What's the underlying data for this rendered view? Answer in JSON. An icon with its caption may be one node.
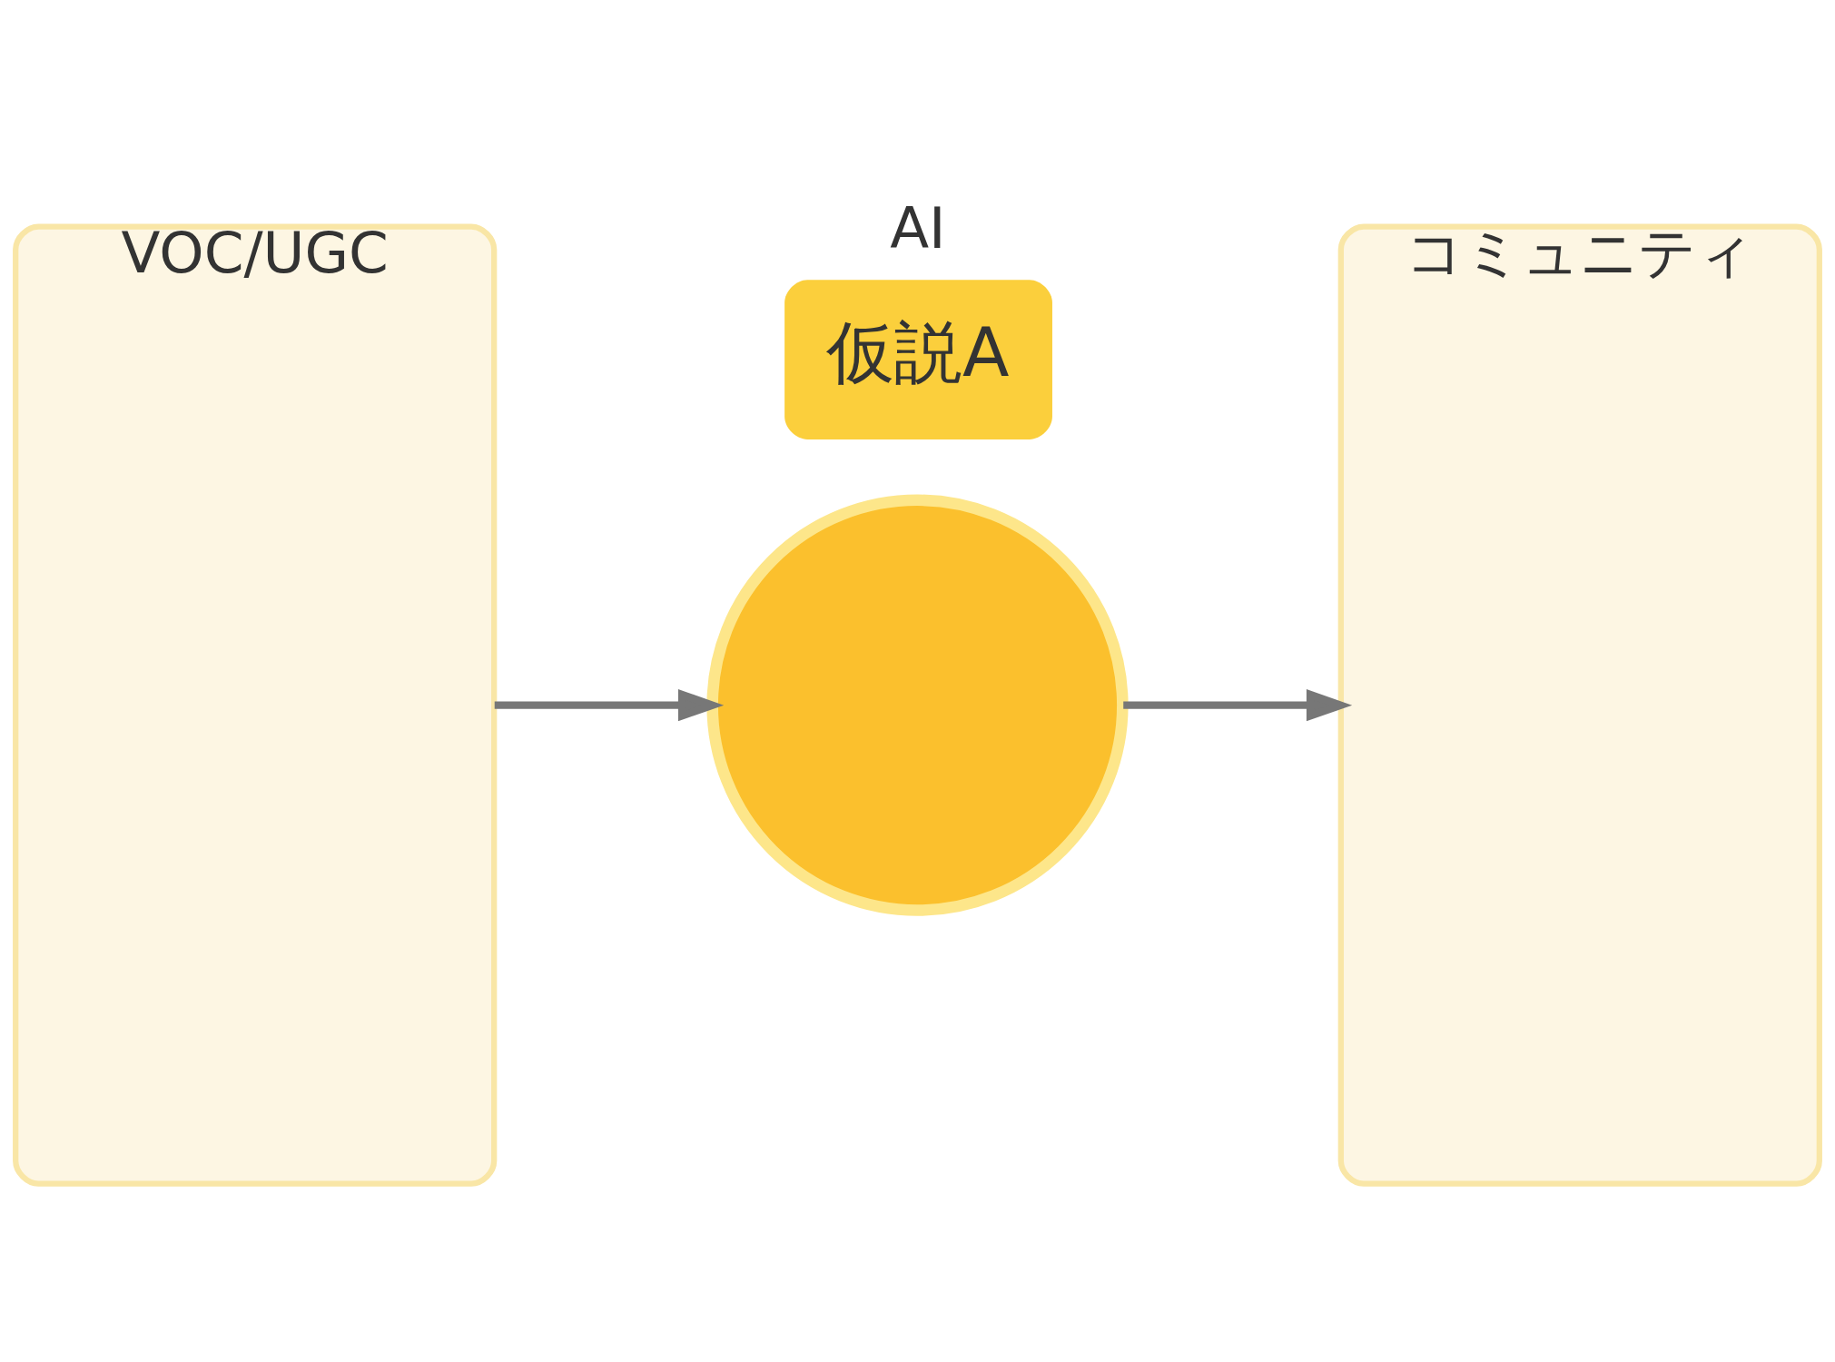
{
  "diagram": {
    "nodes": [
      {
        "text": [
          "VOC/UGC"
        ]
      },
      {
        "text": [
          "仮説A"
        ],
        "beside": [
          "AI"
        ]
      },
      {
        "text": [],
        "shape": "circle"
      },
      {
        "text": [
          "コミュニティ"
        ]
      }
    ],
    "edges": [
      {
        "from": 0,
        "to": 2,
        "arrow": "to"
      },
      {
        "from": 2,
        "to": 3,
        "arrow": "to"
      }
    ]
  }
}
